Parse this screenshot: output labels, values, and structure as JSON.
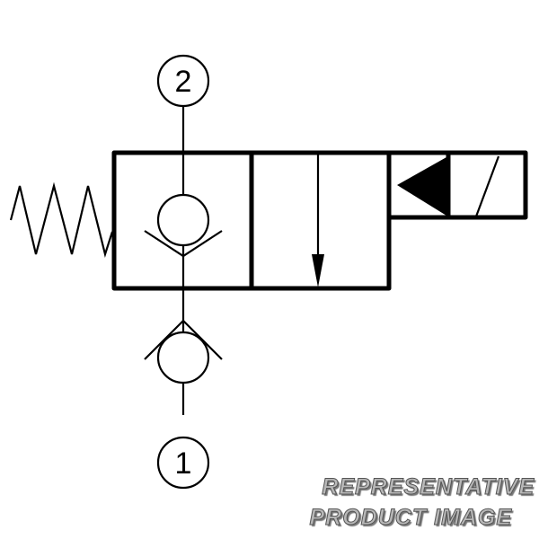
{
  "diagram": {
    "title": "2-way solenoid valve symbol with check valves",
    "ports": [
      {
        "id": "port-2",
        "label": "2"
      },
      {
        "id": "port-1",
        "label": "1"
      }
    ]
  },
  "watermark": {
    "line1": "REPRESENTATIVE",
    "line2": "PRODUCT IMAGE"
  }
}
